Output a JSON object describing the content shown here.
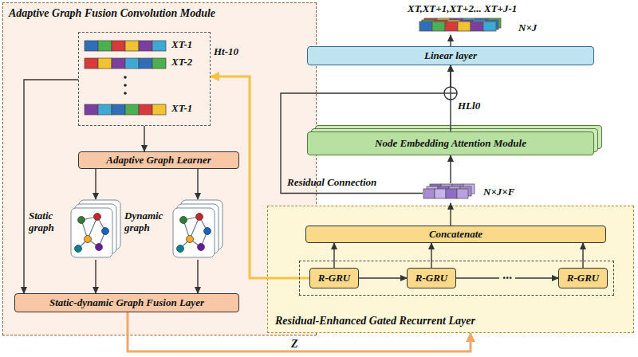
{
  "diagram": {
    "nodes": [
      {
        "text": [
          "Adaptive Graph Fusion Convolution Module"
        ]
      },
      {
        "text": [
          "XT-1",
          "XT-2",
          "XT-1"
        ],
        "in": 0
      },
      {
        "text": [
          "Adaptive Graph Learner"
        ],
        "in": 0
      },
      {
        "text": [
          "Static graph"
        ],
        "in": 0
      },
      {
        "text": [
          "Dynamic graph"
        ],
        "in": 0
      },
      {
        "text": [
          "Static-dynamic Graph Fusion Layer"
        ],
        "in": 0
      },
      {
        "text": [
          "Residual-Enhanced Gated Recurrent Layer"
        ]
      },
      {
        "text": [
          "Concatenate"
        ],
        "in": 6
      },
      {
        "text": [
          "R-GRU"
        ],
        "in": 6
      },
      {
        "text": [
          "R-GRU"
        ],
        "in": 6
      },
      {
        "text": [
          "R-GRU"
        ],
        "in": 6
      },
      {
        "text": [
          "N×J×F"
        ]
      },
      {
        "text": [
          "Node Embedding Attention Module"
        ]
      },
      {
        "text": [
          "Linear layer"
        ]
      },
      {
        "text": [
          "XT,XT+1,XT+2... XT+J-1",
          "N×J"
        ]
      }
    ],
    "edges": [
      {
        "from": 1,
        "to": 2,
        "arrow": "to"
      },
      {
        "from": 2,
        "to": 3,
        "arrow": "to"
      },
      {
        "from": 2,
        "to": 4,
        "arrow": "to"
      },
      {
        "from": 3,
        "to": 5,
        "arrow": "to"
      },
      {
        "from": 4,
        "to": 5,
        "arrow": "to"
      },
      {
        "from": 1,
        "to": 5,
        "arrow": "to"
      },
      {
        "from": 5,
        "to": 6,
        "label": "Z",
        "arrow": "to"
      },
      {
        "from": 8,
        "to": 1,
        "label": "Ht-10",
        "arrow": "to"
      },
      {
        "from": 8,
        "to": 9,
        "arrow": "to"
      },
      {
        "from": 9,
        "to": 10,
        "label": "···",
        "arrow": "to"
      },
      {
        "from": 8,
        "to": 7,
        "arrow": "to"
      },
      {
        "from": 9,
        "to": 7,
        "arrow": "to"
      },
      {
        "from": 10,
        "to": 7,
        "arrow": "to"
      },
      {
        "from": 7,
        "to": 11,
        "arrow": "to"
      },
      {
        "from": 11,
        "to": 12,
        "arrow": "to"
      },
      {
        "from": 12,
        "to": 13,
        "label": "HLl0",
        "arrow": "to"
      },
      {
        "from": 11,
        "to": 13,
        "label": "Residual Connection",
        "arrow": "to"
      },
      {
        "from": 13,
        "to": 14,
        "arrow": "to"
      }
    ]
  }
}
